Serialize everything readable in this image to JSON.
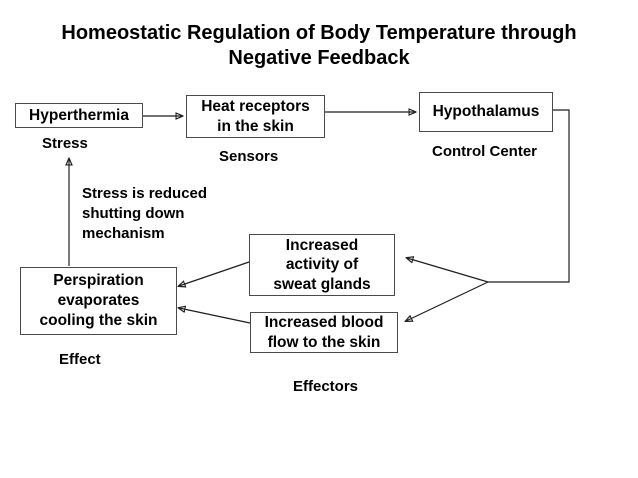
{
  "title": "Homeostatic Regulation of Body Temperature through\nNegative Feedback",
  "boxes": {
    "hyperthermia": "Hyperthermia",
    "heat_receptors": "Heat receptors\nin the skin",
    "hypothalamus": "Hypothalamus",
    "sweat_glands": "Increased\nactivity of\nsweat glands",
    "blood_flow": "Increased blood\nflow to the skin",
    "perspiration": "Perspiration\nevaporates\ncooling the skin"
  },
  "labels": {
    "stress": "Stress",
    "sensors": "Sensors",
    "control_center": "Control Center",
    "effect": "Effect",
    "effectors": "Effectors",
    "feedback_note": "Stress is reduced\nshutting down\nmechanism"
  },
  "edges": [
    {
      "from": "hyperthermia",
      "to": "heat_receptors"
    },
    {
      "from": "heat_receptors",
      "to": "hypothalamus"
    },
    {
      "from": "hypothalamus",
      "to": "sweat_glands"
    },
    {
      "from": "hypothalamus",
      "to": "blood_flow"
    },
    {
      "from": "sweat_glands",
      "to": "perspiration"
    },
    {
      "from": "blood_flow",
      "to": "perspiration"
    },
    {
      "from": "perspiration",
      "to": "hyperthermia"
    }
  ],
  "colors": {
    "background": "#ffffff",
    "text": "#000000",
    "box_border": "#4a4a4a",
    "box_fill": "#ffffff",
    "line": "#1f1f1f"
  }
}
